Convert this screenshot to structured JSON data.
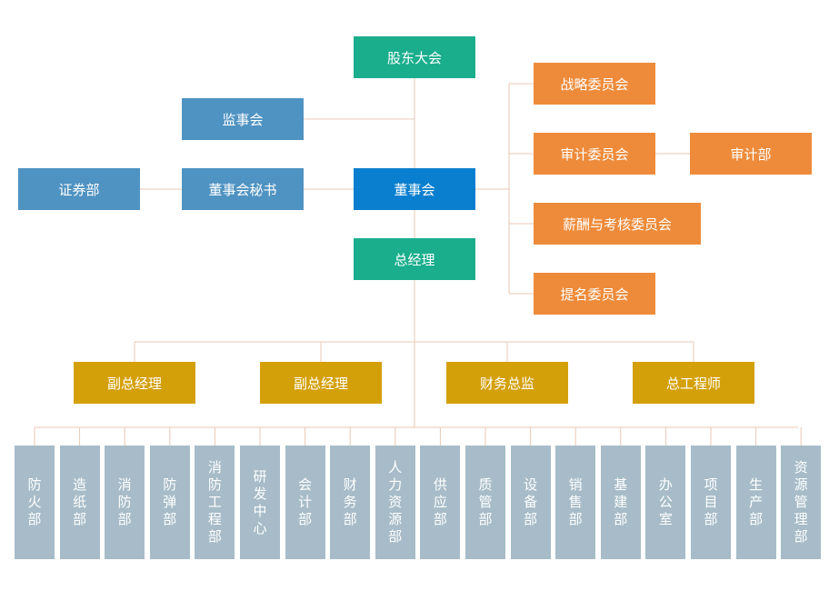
{
  "top": {
    "shareholders": "股东大会",
    "supervisory_board": "监事会",
    "board": "董事会",
    "board_secretary": "董事会秘书",
    "securities": "证券部",
    "general_manager": "总经理"
  },
  "committees": {
    "strategy": "战略委员会",
    "audit": "审计委员会",
    "audit_dept": "审计部",
    "compensation": "薪酬与考核委员会",
    "nomination": "提名委员会"
  },
  "executives": [
    "副总经理",
    "副总经理",
    "财务总监",
    "总工程师"
  ],
  "departments": [
    "防火部",
    "造纸部",
    "消防部",
    "防弹部",
    "消防工程部",
    "研发中心",
    "会计部",
    "财务部",
    "人力资源部",
    "供应部",
    "质管部",
    "设备部",
    "销售部",
    "基建部",
    "办公室",
    "项目部",
    "生产部",
    "资源管理部"
  ],
  "colors": {
    "teal": "#1aae8d",
    "board_blue": "#0a7fcf",
    "steel_blue": "#4f93c2",
    "orange": "#ee8b3a",
    "gold": "#d4a00a",
    "dept_gray": "#a7bcc8",
    "connector": "#e8c8b4"
  }
}
